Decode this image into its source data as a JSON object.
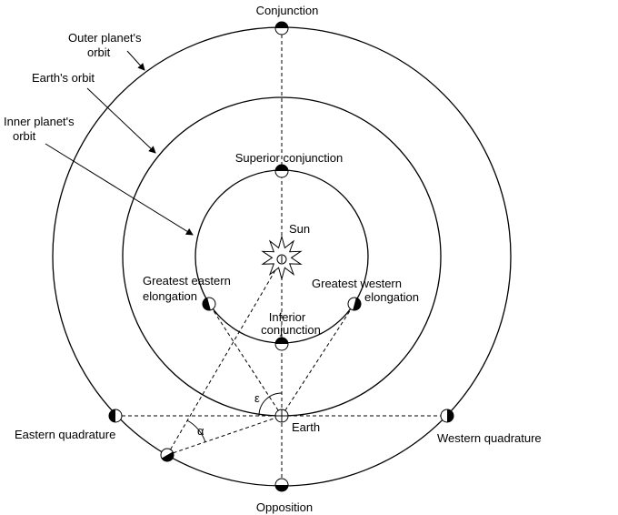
{
  "labels": {
    "conjunction": "Conjunction",
    "outer_orbit_line1": "Outer planet's",
    "outer_orbit_line2": "orbit",
    "earth_orbit": "Earth's orbit",
    "inner_orbit_line1": "Inner planet's",
    "inner_orbit_line2": "orbit",
    "superior_conjunction": "Superior conjunction",
    "sun": "Sun",
    "greatest_eastern_line1": "Greatest  eastern",
    "greatest_eastern_line2": "elongation",
    "greatest_western_line1": "Greatest  western",
    "greatest_western_line2": "elongation",
    "inferior_line1": "Inferior",
    "inferior_line2": "conjunction",
    "epsilon": "ε",
    "alpha": "α",
    "earth": "Earth",
    "eastern_quadrature": "Eastern quadrature",
    "western_quadrature": "Western quadrature",
    "opposition": "Opposition"
  },
  "colors": {
    "line": "#000000",
    "background": "#ffffff"
  }
}
